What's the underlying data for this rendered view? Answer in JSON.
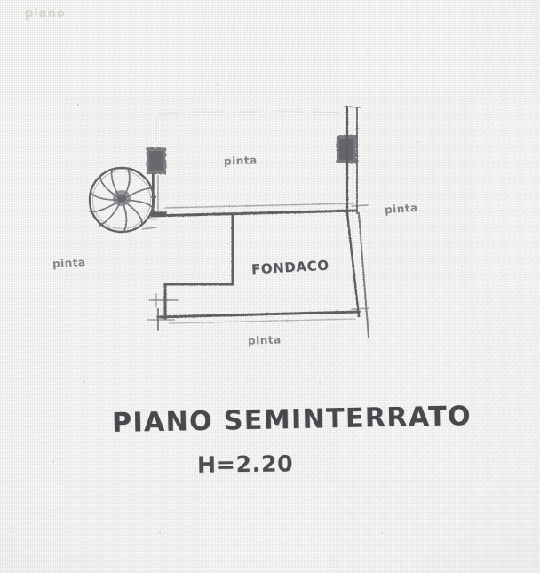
{
  "document": {
    "kind": "scanned-architectural-floor-plan",
    "title": "PIANO SEMINTERRATO",
    "height_note": "H=2.20",
    "corner_stamp": "piano"
  },
  "rooms": [
    {
      "id": "fondaco",
      "label": "FONDACO"
    }
  ],
  "dimension_labels": {
    "top": "pinta",
    "right": "pinta",
    "left": "pinta",
    "bottom": "pinta"
  },
  "features": {
    "spiral_stair": "spiral-staircase",
    "stair_treads": 11,
    "columns": 2
  },
  "colors": {
    "paper": "#fbfbfa",
    "ink": "#5a5a60",
    "ink_dark": "#44444a",
    "ink_faint": "#a9a9b0",
    "column_fill": "#6e6e74",
    "stamp": "#d8d3c4"
  }
}
